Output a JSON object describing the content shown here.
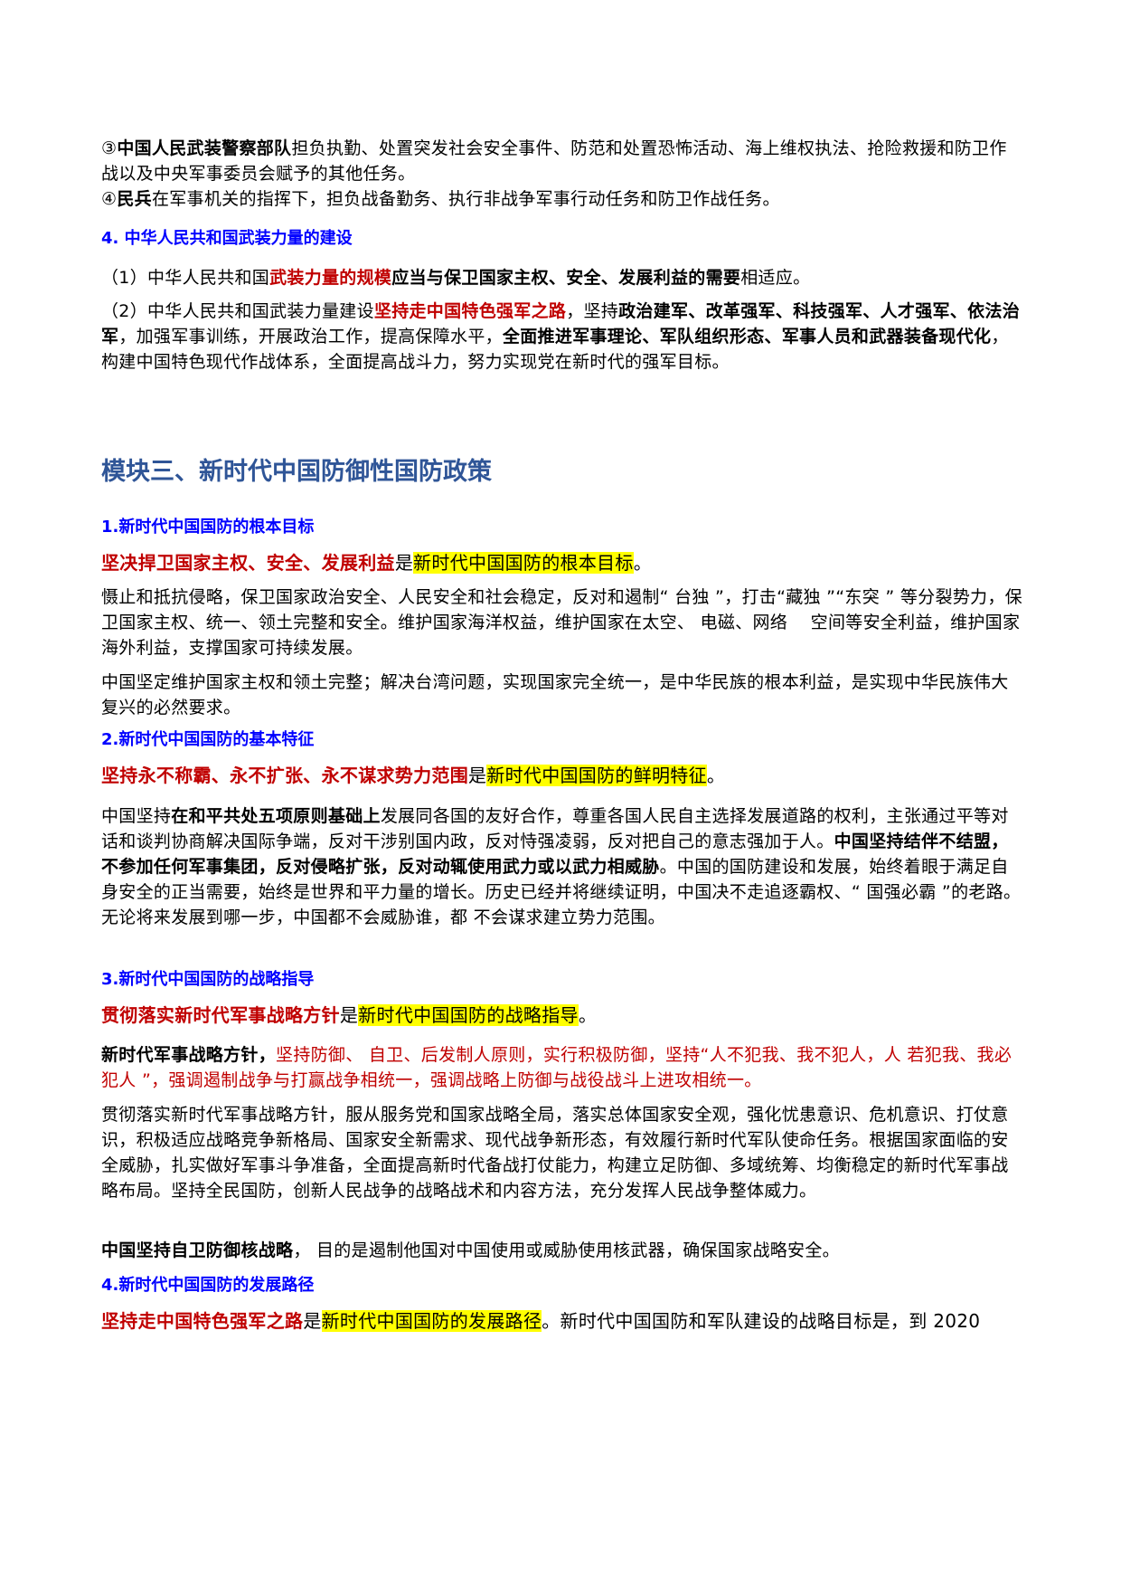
{
  "top": {
    "item3": {
      "marker": "③",
      "bold": "中国人民武装警察部队",
      "rest": "担负执勤、处置突发社会安全事件、防范和处置恐怖活动、海上维权执法、抢险救援和防卫作战以及中央军事委员会赋予的其他任务。"
    },
    "item4": {
      "marker": "④",
      "bold": "民兵",
      "rest": "在军事机关的指挥下，担负战备勤务、执行非战争军事行动任务和防卫作战任务。"
    },
    "heading": "4. 中华人民共和国武装力量的建设",
    "para1": {
      "prefix": "（1）中华人民共和国",
      "red": "武装力量的规模",
      "bold": "应当与保卫国家主权、安全、发展利益的需要",
      "suffix": "相适应。"
    },
    "para2": {
      "prefix": "（2）中华人民共和国武装力量建设",
      "red": "坚持走中国特色强军之路",
      "t1": "，坚持",
      "bold1": "政治建军、改革强军、科技强军、人才强军、依法治军",
      "t2": "，加强军事训练，开展政治工作，提高保障水平，",
      "bold2": "全面推进军事理论、军队组织形态、军事人员和武器装备现代化",
      "t3": "，构建中国特色现代作战体系，全面提高战斗力，努力实现党在新时代的强军目标。"
    }
  },
  "module": {
    "title": "模块三、新时代中国防御性国防政策",
    "sections": [
      {
        "heading": "1.新时代中国国防的根本目标",
        "lead_red": "坚决捍卫国家主权、安全、发展利益",
        "lead_is": "是",
        "lead_hl": "新时代中国国防的根本目标",
        "lead_end": "。",
        "p1": "慑止和抵抗侵略，保卫国家政治安全、人民安全和社会稳定，反对和遏制“ 台独 ”，打击“藏独 ”“东突 ” 等分裂势力，保卫国家主权、统一、领土完整和安全。维护国家海洋权益，维护国家在太空、 电磁、网络　 空间等安全利益，维护国家海外利益，支撑国家可持续发展。",
        "p2": "中国坚定维护国家主权和领土完整；解决台湾问题，实现国家完全统一，是中华民族的根本利益，是实现中华民族伟大复兴的必然要求。"
      },
      {
        "heading": "2.新时代中国国防的基本特征",
        "lead_red": "坚持永不称霸、永不扩张、永不谋求势力范围",
        "lead_is": "是",
        "lead_hl": "新时代中国国防的鲜明特征",
        "lead_end": "。",
        "p1_prefix": "中国坚持",
        "p1_bold": "在和平共处五项原则基础上",
        "p1_mid": "发展同各国的友好合作，尊重各国人民自主选择发展道路的权利，主张通过平等对话和谈判协商解决国际争端，反对干涉别国内政，反对恃强凌弱，反对把自己的意志强加于人。",
        "p1_bold2": "中国坚持结伴不结盟，不参加任何军事集团，反对侵略扩张，反对动辄使用武力或以武力相威胁",
        "p1_rest": "。中国的国防建设和发展，始终着眼于满足自身安全的正当需要，始终是世界和平力量的增长。历史已经并将继续证明，中国决不走追逐霸权、“ 国强必霸 ”的老路。无论将来发展到哪一步，中国都不会威胁谁，都 不会谋求建立势力范围。"
      },
      {
        "heading": "3.新时代中国国防的战略指导",
        "lead_red": "贯彻落实新时代军事战略方针",
        "lead_is": "是",
        "lead_hl": "新时代中国国防的战略指导",
        "lead_end": "。",
        "p1_bold": "新时代军事战略方针",
        "p1_sep": "，",
        "p1_red": "坚持防御、 自卫、后发制人原则，实行积极防御，坚持“人不犯我、我不犯人，人 若犯我、我必犯人 ”，强调遏制战争与打赢战争相统一，强调战略上防御与战役战斗上进攻相统一。",
        "p2": "贯彻落实新时代军事战略方针，服从服务党和国家战略全局，落实总体国家安全观，强化忧患意识、危机意识、打仗意识，积极适应战略竞争新格局、国家安全新需求、现代战争新形态，有效履行新时代军队使命任务。根据国家面临的安全威胁，扎实做好军事斗争准备，全面提高新时代备战打仗能力，构建立足防御、多域统筹、均衡稳定的新时代军事战略布局。坚持全民国防，创新人民战争的战略战术和内容方法，充分发挥人民战争整体威力。",
        "p3_bold": "中国坚持自卫防御核战略",
        "p3_rest": "， 目的是遏制他国对中国使用或威胁使用核武器，确保国家战略安全。"
      },
      {
        "heading": "4.新时代中国国防的发展路径",
        "lead_red": "坚持走中国特色强军之路",
        "lead_is": "是",
        "lead_hl": "新时代中国国防的发展路径",
        "lead_end": "。新时代中国国防和军队建设的战略目标是，到 2020"
      }
    ]
  },
  "colors": {
    "module_title": "#2f5597",
    "subheading": "#0000ff",
    "emphasis_red": "#c00000",
    "highlight": "#ffff00"
  }
}
